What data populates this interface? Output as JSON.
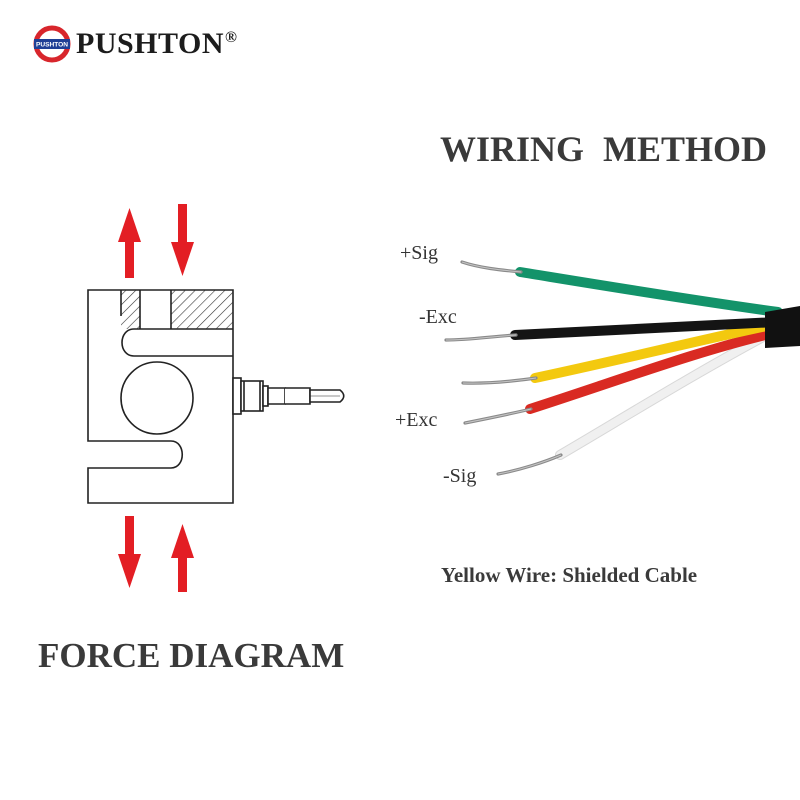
{
  "brand": {
    "name": "PUSHTON",
    "registered": "®",
    "logo_text": "PUSHTON"
  },
  "wiring": {
    "title": "WIRING  METHOD",
    "wires": [
      {
        "label": "+Sig",
        "color": "#13936a"
      },
      {
        "label": "-Exc",
        "color": "#141414"
      },
      {
        "label": "",
        "color": "#f3c90f"
      },
      {
        "label": "+Exc",
        "color": "#d92a22"
      },
      {
        "label": "-Sig",
        "color": "#f0f0f0"
      }
    ],
    "note": "Yellow Wire: Shielded Cable"
  },
  "force": {
    "title": "FORCE DIAGRAM",
    "arrow_color": "#e31e24",
    "top_arrows": [
      "up",
      "down"
    ],
    "bottom_arrows": [
      "down",
      "up"
    ]
  }
}
